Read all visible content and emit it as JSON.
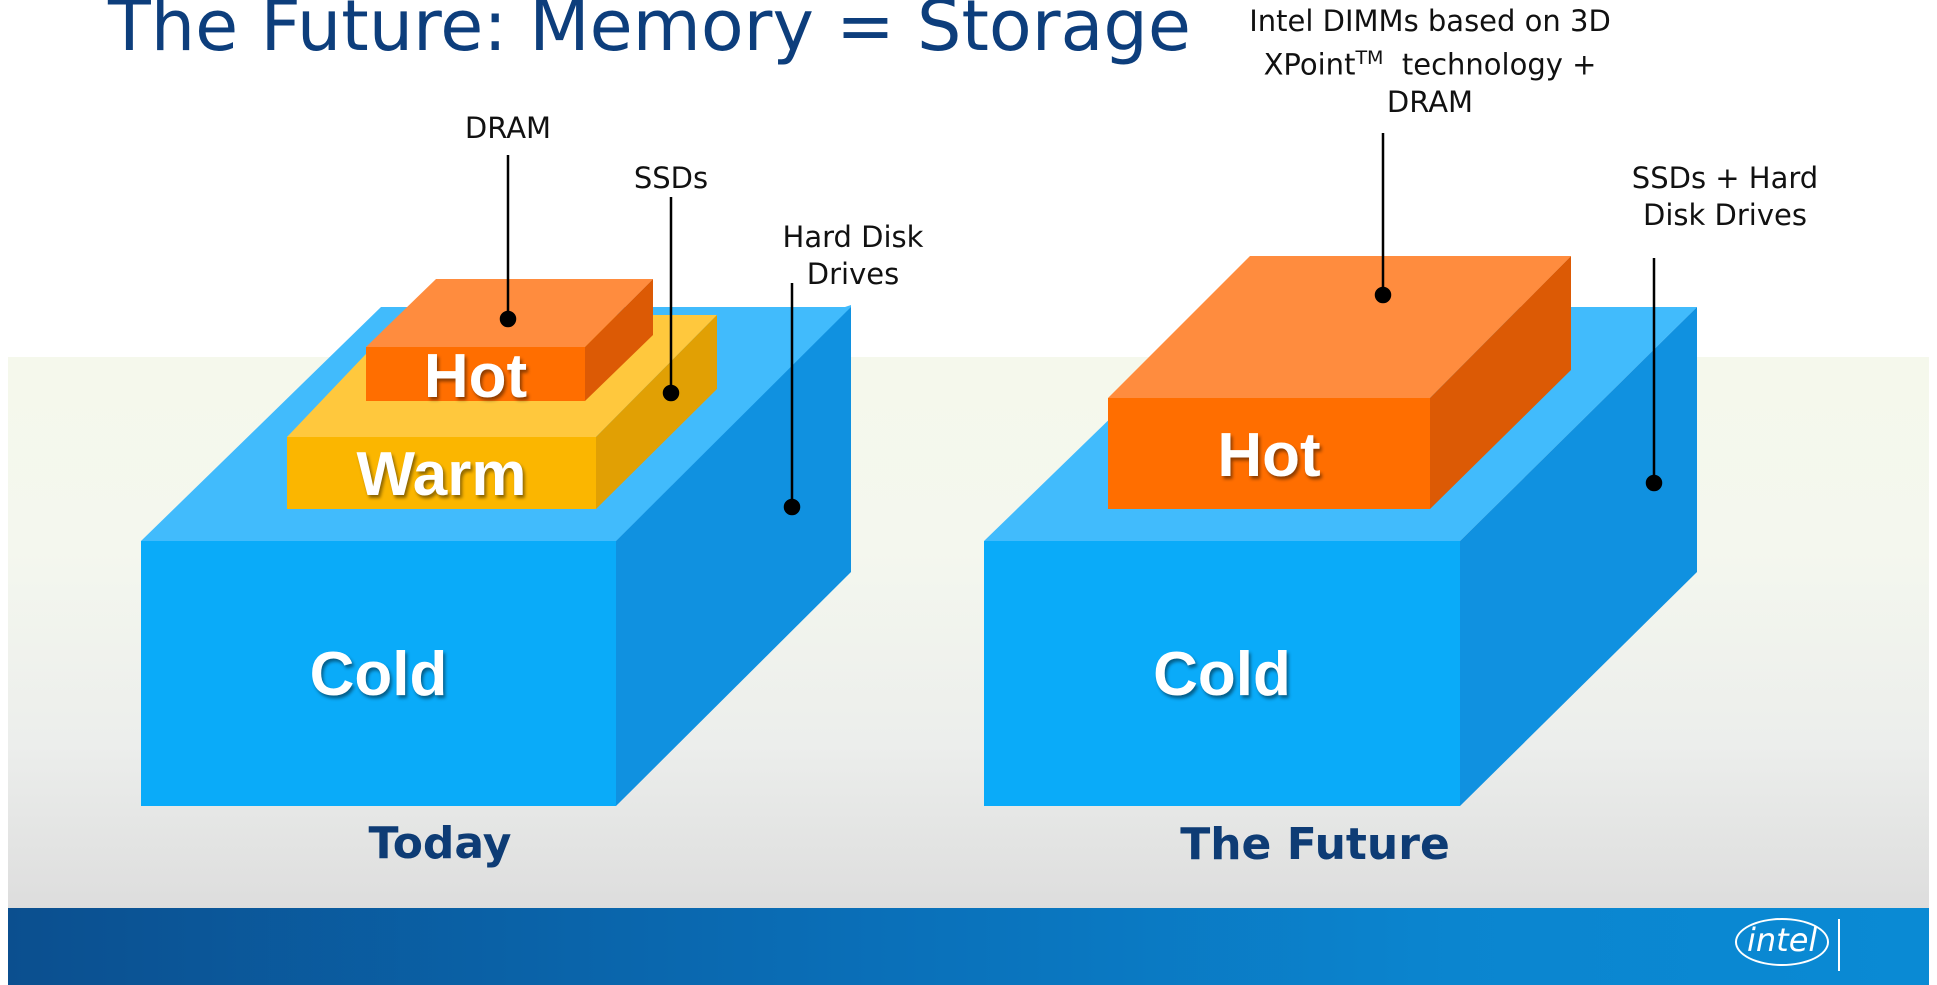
{
  "title": "The Future:  Memory = Storage",
  "today": {
    "caption": "Today",
    "tiers": {
      "hot": "Hot",
      "warm": "Warm",
      "cold": "Cold"
    },
    "callouts": {
      "dram": "DRAM",
      "ssds": "SSDs",
      "hdd_line1": "Hard Disk",
      "hdd_line2": "Drives"
    }
  },
  "future": {
    "caption": "The Future",
    "tiers": {
      "hot": "Hot",
      "cold": "Cold"
    },
    "callouts": {
      "xpoint_line1": "Intel DIMMs based on 3D",
      "xpoint_line2_a": "XPoint",
      "xpoint_line2_tm": "TM",
      "xpoint_line2_b": "  technology +",
      "xpoint_line3": "DRAM",
      "storage_line1": "SSDs + Hard",
      "storage_line2": "Disk Drives"
    }
  },
  "logo": {
    "text": "intel",
    "brand_color": "#0071c5"
  },
  "colors": {
    "cold_front": "#0aabf9",
    "cold_top": "#41bbfc",
    "cold_side": "#1091e0",
    "hot_front": "#ff6e00",
    "hot_top": "#ff8c3e",
    "hot_side": "#dc5a05",
    "warm_front": "#fbb600",
    "warm_top": "#ffc83d",
    "warm_side": "#e1a004",
    "title": "#0d3e7c"
  }
}
